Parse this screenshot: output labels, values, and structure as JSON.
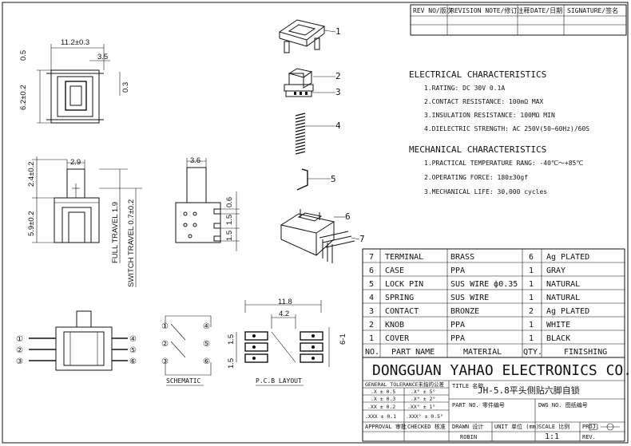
{
  "revision": {
    "headers": [
      "REV NO/版次",
      "REVISION NOTE/修订注释",
      "DATE/日期",
      "SIGNATURE/签名"
    ]
  },
  "electrical": {
    "title": "ELECTRICAL CHARACTERISTICS",
    "items": [
      "1.RATING: DC 30V 0.1A",
      "2.CONTACT RESISTANCE: 100mΩ  MAX",
      "3.INSULATION RESISTANCE: 100MΩ  MIN",
      "4.DIELECTRIC STRENGTH: AC 250V(50~60Hz)/60S"
    ]
  },
  "mechanical": {
    "title": "MECHANICAL CHARACTERISTICS",
    "items": [
      "1.PRACTICAL TEMPERATURE RANG: -40℃～+85℃",
      "2.OPERATING FORCE: 180±30gf",
      "3.MECHANICAL LIFE: 30,000 cycles"
    ]
  },
  "bom": {
    "headers": [
      "NO.",
      "PART NAME",
      "MATERIAL",
      "QTY.",
      "FINISHING"
    ],
    "rows": [
      {
        "no": "7",
        "name": "TERMINAL",
        "material": "BRASS",
        "qty": "6",
        "finish": "Ag PLATED"
      },
      {
        "no": "6",
        "name": "CASE",
        "material": "PPA",
        "qty": "1",
        "finish": "GRAY"
      },
      {
        "no": "5",
        "name": "LOCK PIN",
        "material": "SUS WIRE ф0.35",
        "qty": "1",
        "finish": "NATURAL"
      },
      {
        "no": "4",
        "name": "SPRING",
        "material": "SUS WIRE",
        "qty": "1",
        "finish": "NATURAL"
      },
      {
        "no": "3",
        "name": "CONTACT",
        "material": "BRONZE",
        "qty": "2",
        "finish": "Ag PLATED"
      },
      {
        "no": "2",
        "name": "KNOB",
        "material": "PPA",
        "qty": "1",
        "finish": "WHITE"
      },
      {
        "no": "1",
        "name": "COVER",
        "material": "PPA",
        "qty": "1",
        "finish": "BLACK"
      }
    ]
  },
  "title_block": {
    "company": "DONGGUAN YAHAO ELECTRONICS CO.,LTD.",
    "tolerance_label": "GENERAL TOLERANCE未指的公差",
    "tolerances": [
      [
        ".X ± 0.5",
        ".X° ± 5°"
      ],
      [
        ".X ± 0.3",
        ".X° ± 2°"
      ],
      [
        ".XX ± 0.2",
        ".XX° ± 1°"
      ],
      [
        ".XXX ± 0.1",
        ".XXX° ± 0.5°"
      ]
    ],
    "title_label": "TITLE 名称",
    "title_value": "JH-5.8平头侧贴六脚自锁",
    "part_no_label": "PART NO. 零件编号",
    "dwg_no_label": "DWG NO. 图纸编号",
    "approval_label": "APPROVAL 审批",
    "checked_label": "CHECKED 核准",
    "drawn_label": "DRAWN 设计",
    "drawn_value": "ROBIN",
    "unit_label": "UNIT 单位 (mm)",
    "scale_label": "SCALE 比例",
    "scale_value": "1:1",
    "proj_label": "PROJ.",
    "rev_label": "REV."
  },
  "callouts": [
    "1",
    "2",
    "3",
    "4",
    "5",
    "6",
    "7"
  ],
  "dimensions": {
    "top_width": "11.2±0.3",
    "top_step": "3.5",
    "top_h1": "0.5",
    "top_h2": "6.2±0.2",
    "top_side": "0.3",
    "front_knob_w": "2.9",
    "front_h1": "2.4±0.2",
    "front_h2": "5.9±0.2",
    "full_travel": "FULL TRAVEL 1.9",
    "switch_travel": "SWITCH TRAVEL 0.7±0.2",
    "side_knob_w": "3.6",
    "side_d1": "0.6",
    "side_d2": "1.5",
    "side_d3": "1.5",
    "pcb_w": "11.8",
    "pcb_pitch": "4.2",
    "pcb_h1": "1.5",
    "pcb_h2": "1.5",
    "pcb_side": "6-1"
  },
  "labels": {
    "schematic": "SCHEMATIC",
    "pcb_layout": "P.C.B LAYOUT"
  },
  "pins": {
    "left": [
      "①",
      "②",
      "③"
    ],
    "right": [
      "④",
      "⑤",
      "⑥"
    ],
    "schem_left": [
      "①",
      "②",
      "③"
    ],
    "schem_right": [
      "④",
      "⑤",
      "⑥"
    ]
  }
}
